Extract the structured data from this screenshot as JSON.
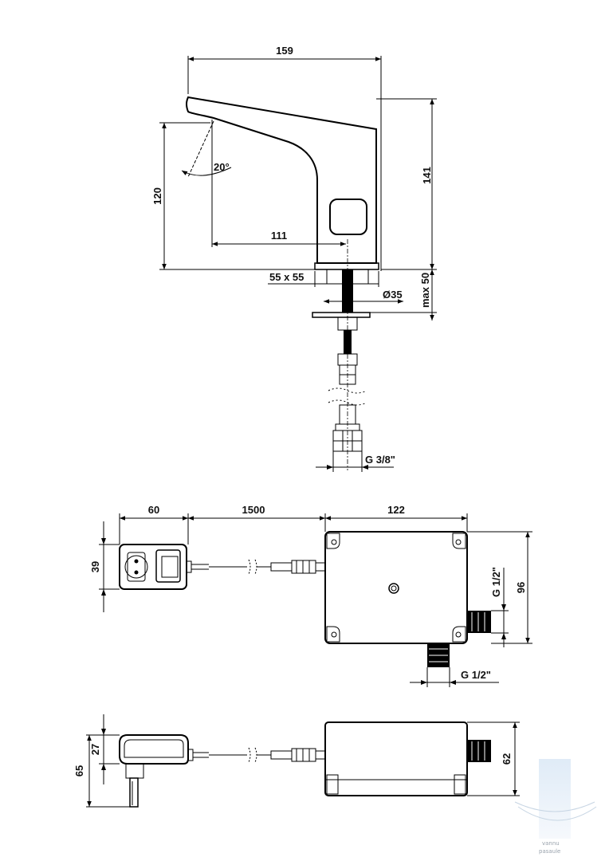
{
  "faucet": {
    "width_dim": "159",
    "height_total_dim": "141",
    "spout_height_dim": "120",
    "angle_dim": "20°",
    "reach_dim": "111",
    "base_dim": "55 x 55",
    "hole_dim": "Ø35",
    "deck_max_dim": "max 50",
    "thread_dim": "G 3/8\""
  },
  "plan": {
    "adapter_width_dim": "60",
    "cable_length_dim": "1500",
    "box_width_dim": "122",
    "adapter_height_dim": "39",
    "box_height_dim": "96",
    "outlet_right_dim": "G 1/2\"",
    "outlet_bottom_dim": "G 1/2\""
  },
  "side": {
    "adapter_depth_dim": "27",
    "adapter_total_dim": "65",
    "box_depth_dim": "62"
  },
  "watermark": {
    "line1": "vannu",
    "line2": "pasaule"
  }
}
